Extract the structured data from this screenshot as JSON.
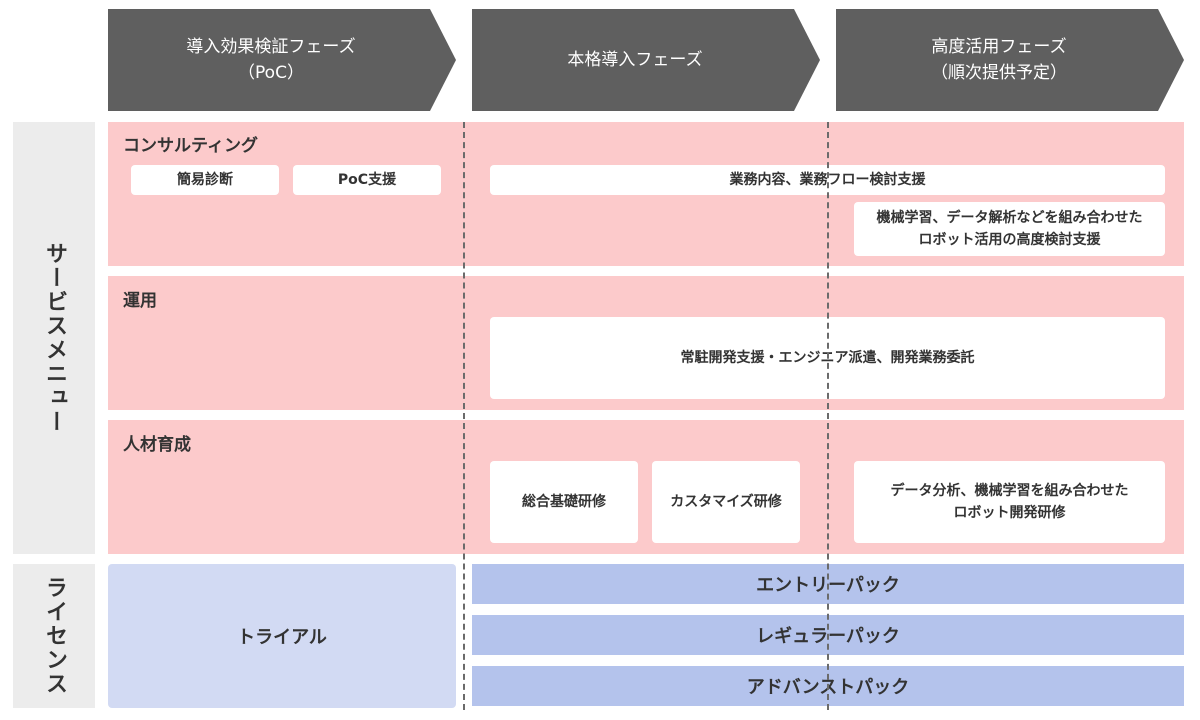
{
  "phases": [
    {
      "line1": "導入効果検証フェーズ",
      "line2": "（PoC）"
    },
    {
      "line1": "本格導入フェーズ",
      "line2": ""
    },
    {
      "line1": "高度活用フェーズ",
      "line2": "（順次提供予定）"
    }
  ],
  "side_labels": {
    "service_menu": "サービスメニュー",
    "license": "ライセンス"
  },
  "sections": {
    "consulting": {
      "title": "コンサルティング",
      "items": [
        "簡易診断",
        "PoC支援",
        "業務内容、業務フロー検討支援"
      ],
      "advanced": {
        "line1": "機械学習、データ解析などを組み合わせた",
        "line2": "ロボット活用の高度検討支援"
      }
    },
    "operation": {
      "title": "運用",
      "items": [
        "常駐開発支援・エンジニア派遣、開発業務委託"
      ]
    },
    "training": {
      "title": "人材育成",
      "items": [
        "総合基礎研修",
        "カスタマイズ研修"
      ],
      "advanced": {
        "line1": "データ分析、機械学習を組み合わせた",
        "line2": "ロボット開発研修"
      }
    }
  },
  "license": {
    "trial": "トライアル",
    "packs": [
      "エントリーパック",
      "レギュラーパック",
      "アドバンストパック"
    ]
  },
  "colors": {
    "phase_arrow": "#5f5f5f",
    "service_bg": "#fccacb",
    "trial_bg": "#d2daf3",
    "pack_bg": "#b4c3ec",
    "side_bg": "#ececec"
  }
}
